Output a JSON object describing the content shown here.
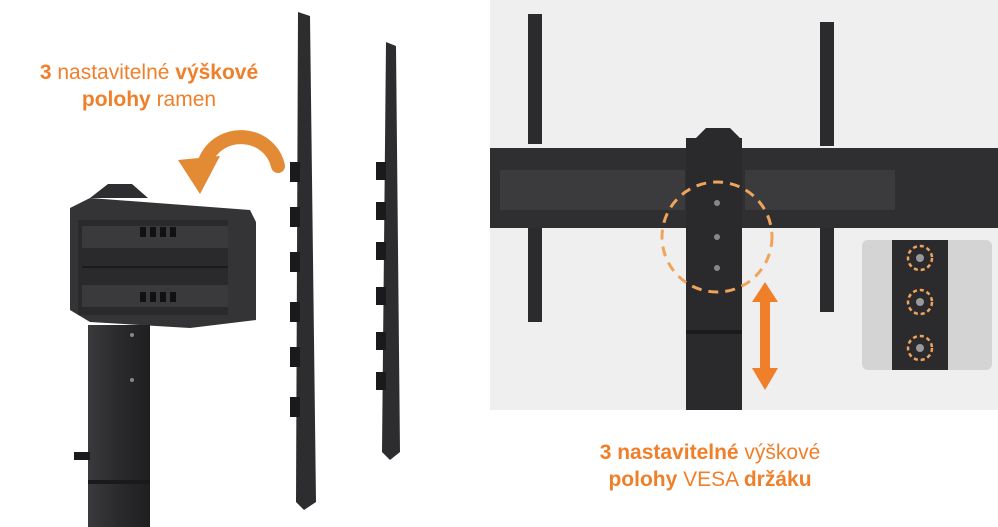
{
  "left_caption": {
    "line1_num": "3",
    "line1_plain": " nastavitelné ",
    "line1_bold": "výškové",
    "line2_bold": "polohy",
    "line2_plain": " ramen"
  },
  "right_caption": {
    "line1_bold": "3 nastavitelné",
    "line1_plain": " výškové",
    "line2_bold1": "polohy",
    "line2_plain": " VESA ",
    "line2_bold2": "držáku"
  },
  "colors": {
    "accent": "#f07f2a",
    "metal": "#2b2b2d",
    "background_panel": "#efefef"
  }
}
